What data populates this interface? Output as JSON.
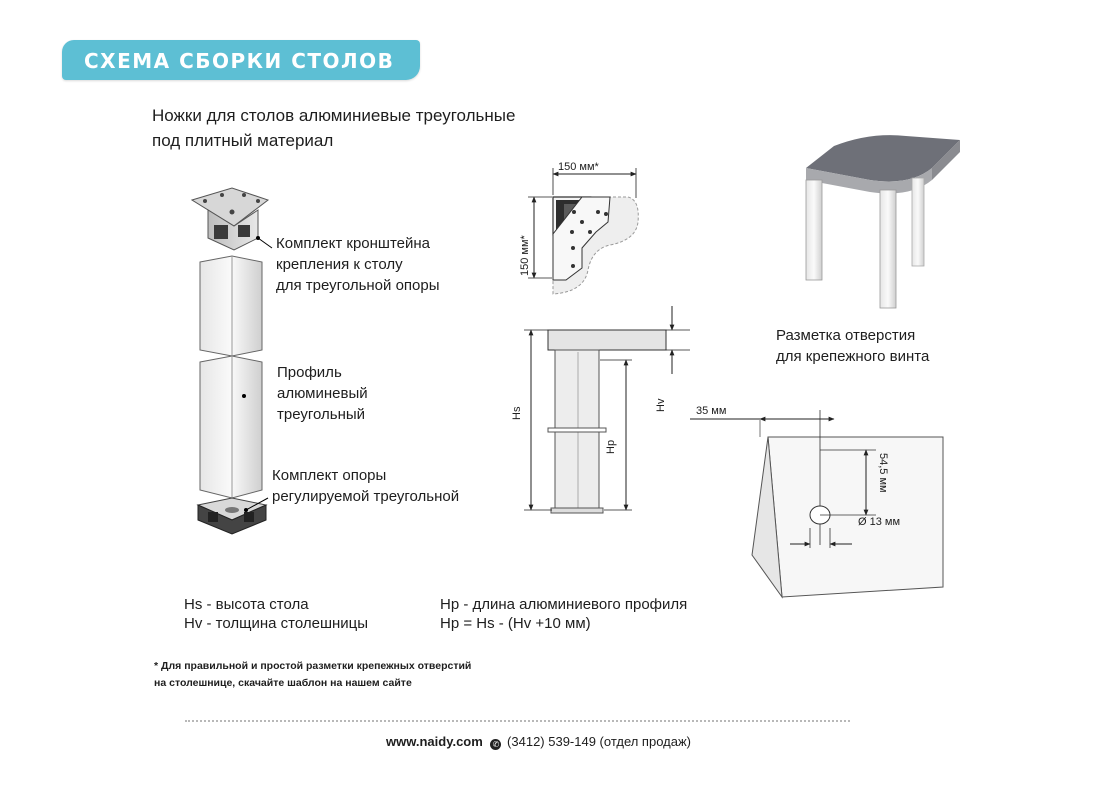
{
  "banner": {
    "title": "СХЕМА СБОРКИ СТОЛОВ",
    "color": "#5dbfd4"
  },
  "heading": {
    "line1": "Ножки для столов алюминиевые треугольные",
    "line2": "под плитный материал"
  },
  "labels": {
    "bracket": [
      "Комплект кронштейна",
      "крепления к столу",
      "для треугольной опоры"
    ],
    "profile": [
      "Профиль",
      "алюминевый",
      "треугольный"
    ],
    "support": [
      "Комплект опоры",
      "регулируемой треугольной"
    ],
    "marking": [
      "Разметка отверстия",
      "для крепежного винта"
    ]
  },
  "dimensions": {
    "width": "150 мм*",
    "height": "150 мм*",
    "hs": "Hs",
    "hp": "Hp",
    "hv": "Hv",
    "d35": "35 мм",
    "d545": "54,5 мм",
    "hole": "Ø 13 мм"
  },
  "legend": {
    "hs": "Hs -  высота стола",
    "hv": "Hv  - толщина столешницы",
    "hp": "Hp - длина алюминиевого профиля",
    "formula": "Hp = Hs - (Hv +10 мм)"
  },
  "note": {
    "line1": "* Для правильной и простой разметки крепежных отверстий",
    "line2": "на столешнице, скачайте шаблон на нашем сайте"
  },
  "footer": {
    "site": "www.naidy.com",
    "phone": "(3412) 539-149 (отдел продаж)"
  }
}
